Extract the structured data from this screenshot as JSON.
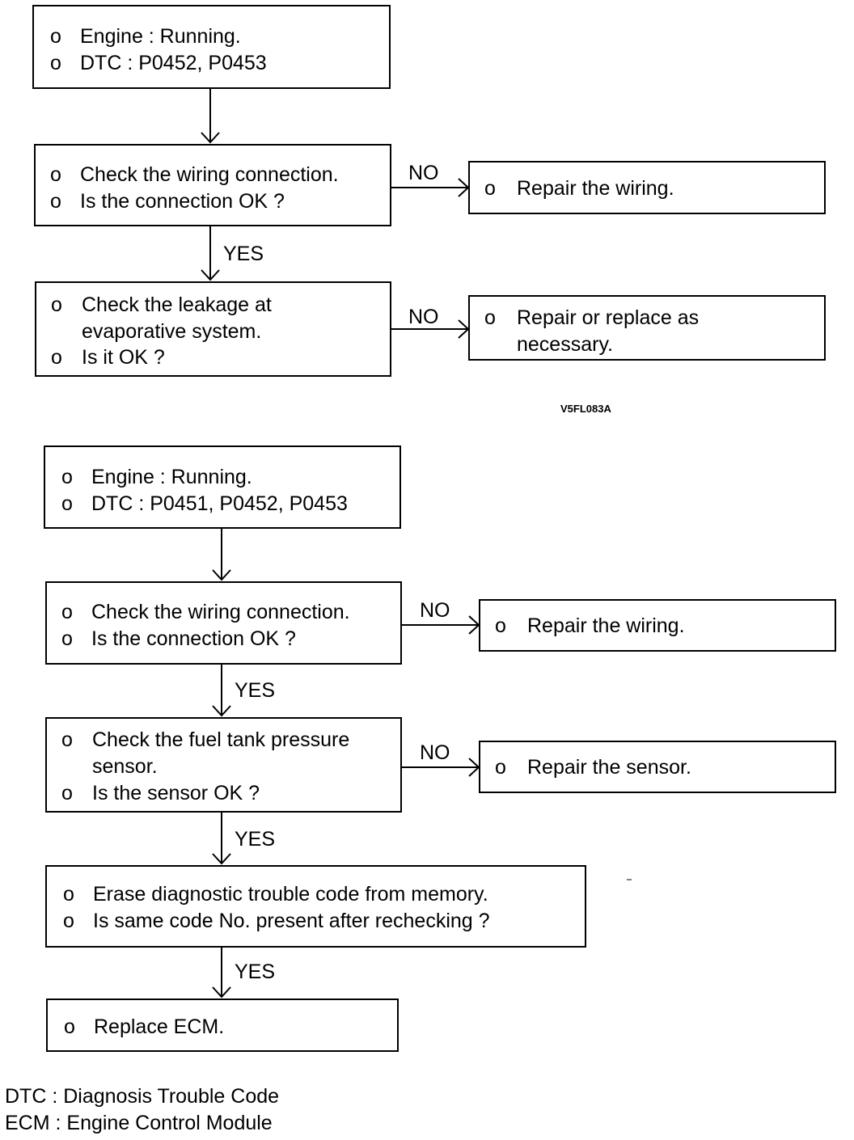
{
  "bullet": "o",
  "flow1": {
    "start": [
      "Engine : Running.",
      "DTC : P0452, P0453"
    ],
    "check_wiring": [
      "Check the wiring connection.",
      "Is the connection OK ?"
    ],
    "repair_wiring": [
      "Repair the wiring."
    ],
    "check_leak": [
      "Check the leakage at",
      "evaporative system.",
      "Is it OK ?"
    ],
    "repair_replace": [
      "Repair or replace as",
      "necessary."
    ],
    "figure_code": "V5FL083A"
  },
  "flow2": {
    "start": [
      "Engine : Running.",
      "DTC : P0451, P0452, P0453"
    ],
    "check_wiring": [
      "Check the wiring connection.",
      "Is the connection OK ?"
    ],
    "repair_wiring": [
      "Repair the wiring."
    ],
    "check_sensor": [
      "Check the fuel tank pressure",
      "sensor.",
      "Is the sensor OK ?"
    ],
    "repair_sensor": [
      "Repair the sensor."
    ],
    "erase": [
      "Erase diagnostic trouble code from memory.",
      "Is same code No. present after rechecking ?"
    ],
    "replace_ecm": [
      "Replace ECM."
    ]
  },
  "labels": {
    "no": "NO",
    "yes": "YES"
  },
  "legend": [
    "DTC : Diagnosis Trouble Code",
    "ECM : Engine Control Module"
  ]
}
